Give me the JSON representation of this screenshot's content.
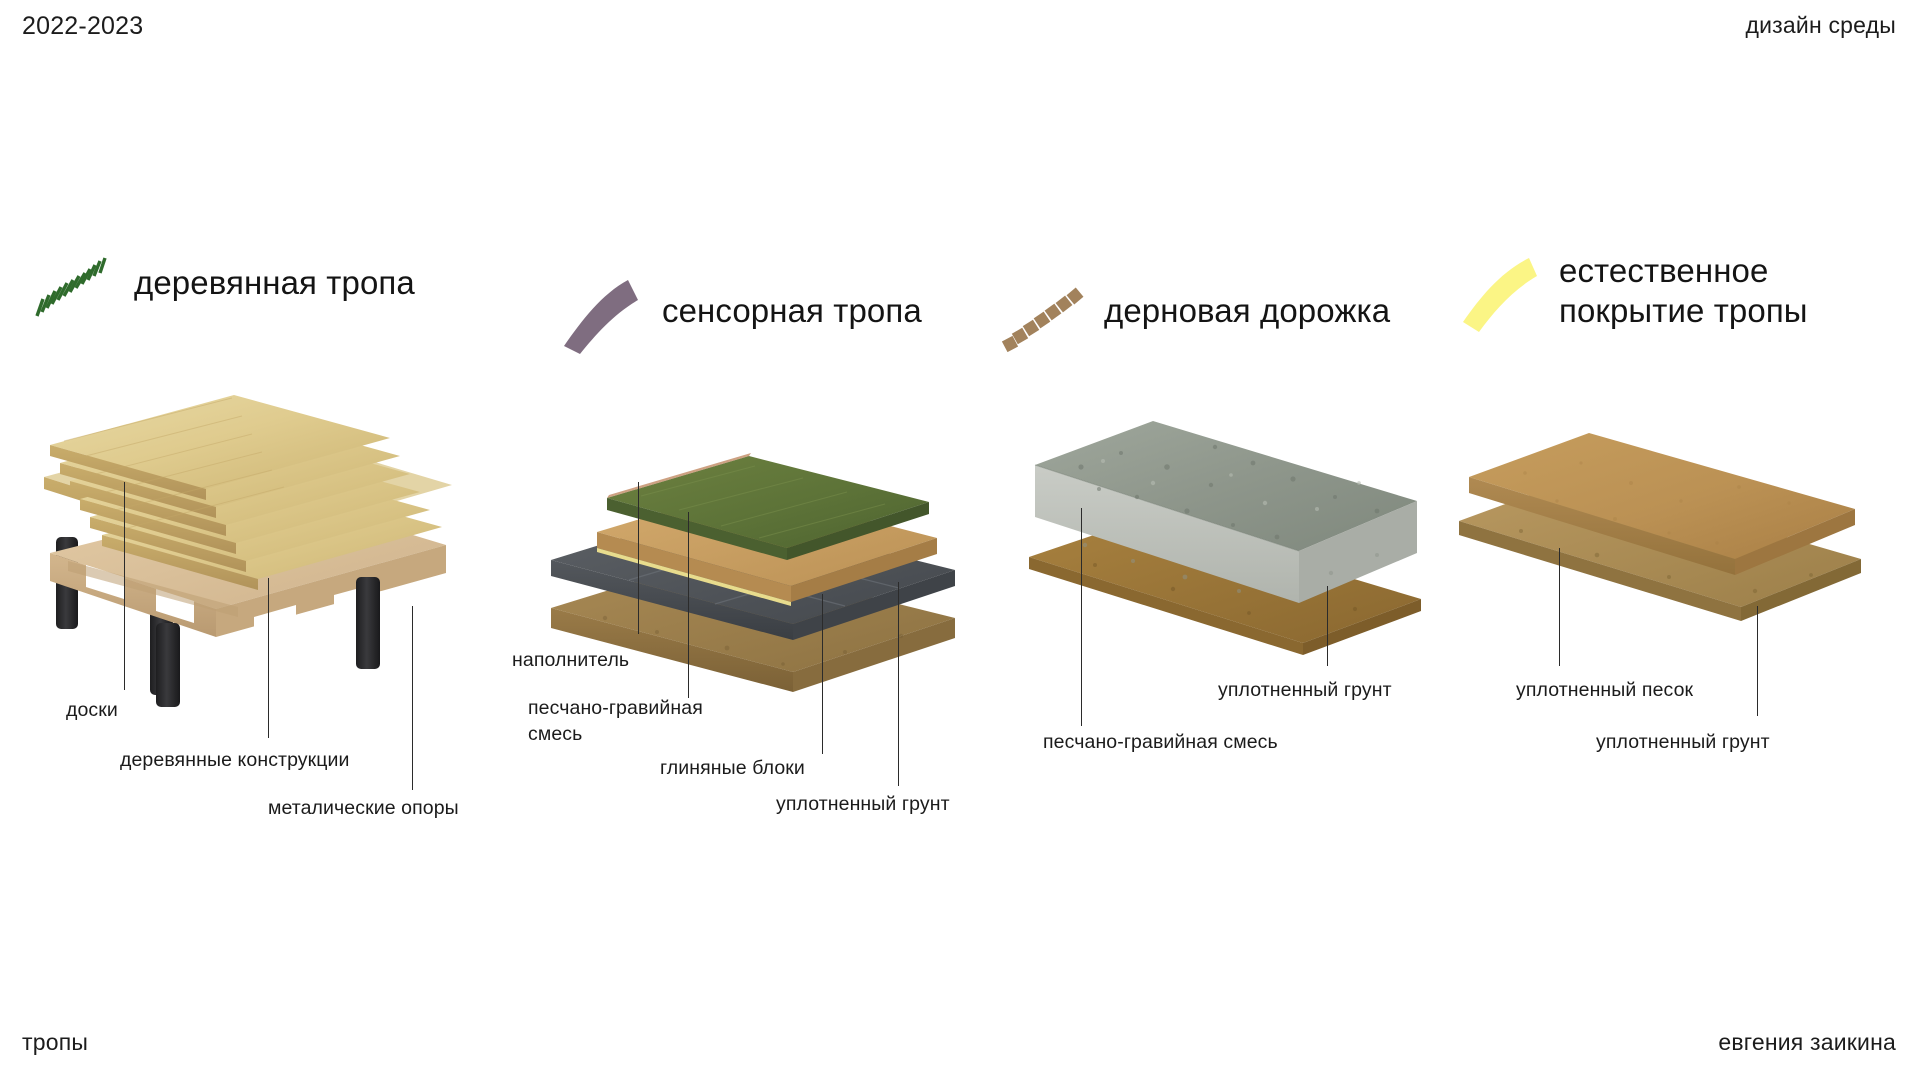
{
  "header": {
    "left": "2022-2023",
    "right": "дизайн среды"
  },
  "footer": {
    "left": "тропы",
    "right": "евгения заикина"
  },
  "palette": {
    "wood_swatch": "#2f6b2c",
    "sensory_swatch": "#7f6d80",
    "turf_swatch": "#a2825c",
    "natural_swatch": "#fbf585",
    "leader_line": "#2b2b2b",
    "text": "#1b1b1b"
  },
  "sections": [
    {
      "id": "wooden-path",
      "title": "деревянная тропа",
      "swatch_icon": "hatched-arc-icon",
      "swatch_color": "#2f6b2c",
      "labels": [
        {
          "text": "доски"
        },
        {
          "text": "деревянные конструкции"
        },
        {
          "text": "металические опоры"
        }
      ]
    },
    {
      "id": "sensory-path",
      "title": "сенсорная тропа",
      "swatch_icon": "solid-arc-icon",
      "swatch_color": "#7f6d80",
      "labels": [
        {
          "text": "наполнитель"
        },
        {
          "text": "песчано-гравийная смесь"
        },
        {
          "text": "глиняные блоки"
        },
        {
          "text": "уплотненный грунт"
        }
      ]
    },
    {
      "id": "turf-path",
      "title": "дерновая дорожка",
      "swatch_icon": "dashed-arc-icon",
      "swatch_color": "#a2825c",
      "labels": [
        {
          "text": "уплотненный грунт"
        },
        {
          "text": "песчано-гравийная смесь"
        }
      ]
    },
    {
      "id": "natural-path",
      "title": "естественное покрытие тропы",
      "swatch_icon": "soft-arc-icon",
      "swatch_color": "#fbf585",
      "labels": [
        {
          "text": "уплотненный песок"
        },
        {
          "text": "уплотненный грунт"
        }
      ]
    }
  ]
}
